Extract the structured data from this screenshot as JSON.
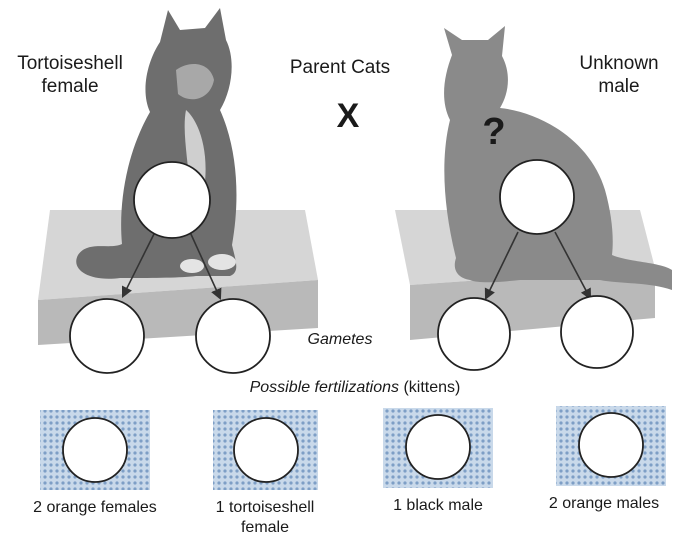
{
  "title": "Parent Cats",
  "cross_symbol": "X",
  "unknown_symbol": "?",
  "parents": {
    "female": {
      "label_line1": "Tortoiseshell",
      "label_line2": "female"
    },
    "male": {
      "label_line1": "Unknown",
      "label_line2": "male"
    }
  },
  "gametes_label": "Gametes",
  "fertilizations": {
    "label": "Possible fertilizations",
    "suffix": "(kittens)"
  },
  "kittens": [
    {
      "line1": "2 orange females",
      "line2": ""
    },
    {
      "line1": "1 tortoiseshell",
      "line2": "female"
    },
    {
      "line1": "1 black male",
      "line2": ""
    },
    {
      "line1": "2 orange males",
      "line2": ""
    }
  ],
  "colors": {
    "platform_top": "#d6d6d6",
    "platform_side": "#b9b9b9",
    "male_silhouette": "#8a8a8a",
    "female_cat": "#6e6e6e",
    "kitten_pattern": "#8fb3d9",
    "arrow": "#333333",
    "circle_stroke": "#222222"
  }
}
